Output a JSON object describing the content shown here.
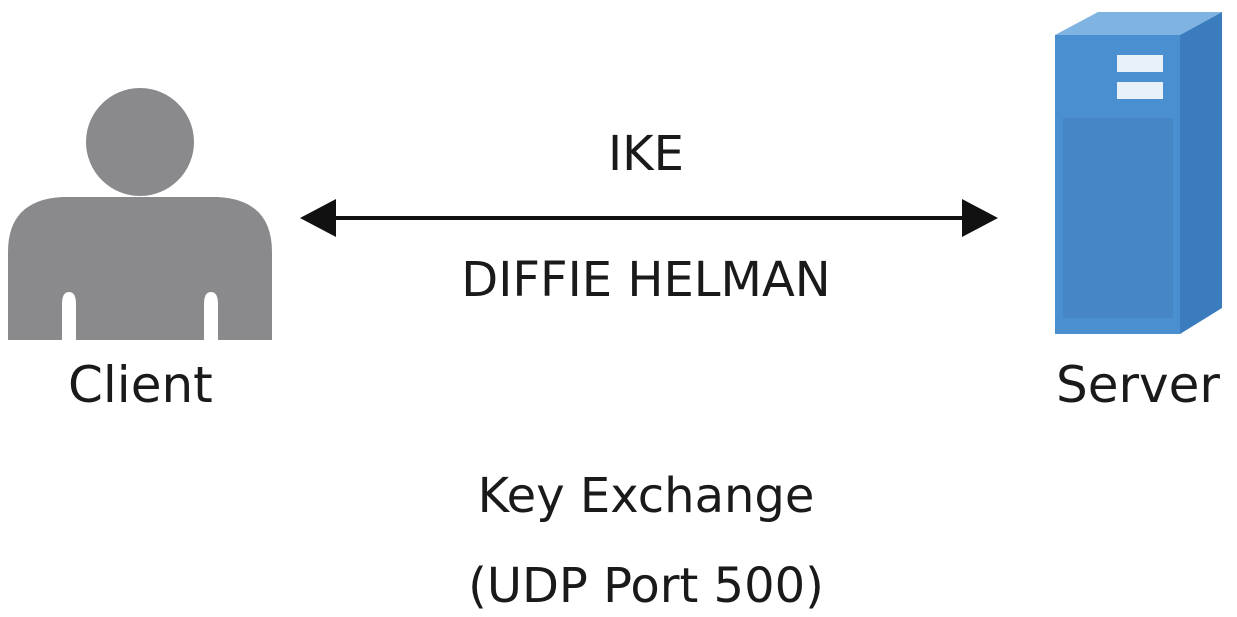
{
  "nodes": {
    "client": {
      "label": "Client",
      "icon": "person-icon",
      "color": "#8a8a8c"
    },
    "server": {
      "label": "Server",
      "icon": "server-icon",
      "color": "#4a8fcf"
    }
  },
  "connection": {
    "arrow": "bidirectional-arrow",
    "label_above": "IKE",
    "label_below": "DIFFIE HELMAN"
  },
  "caption": {
    "line1": "Key Exchange",
    "line2": "(UDP Port 500)"
  }
}
